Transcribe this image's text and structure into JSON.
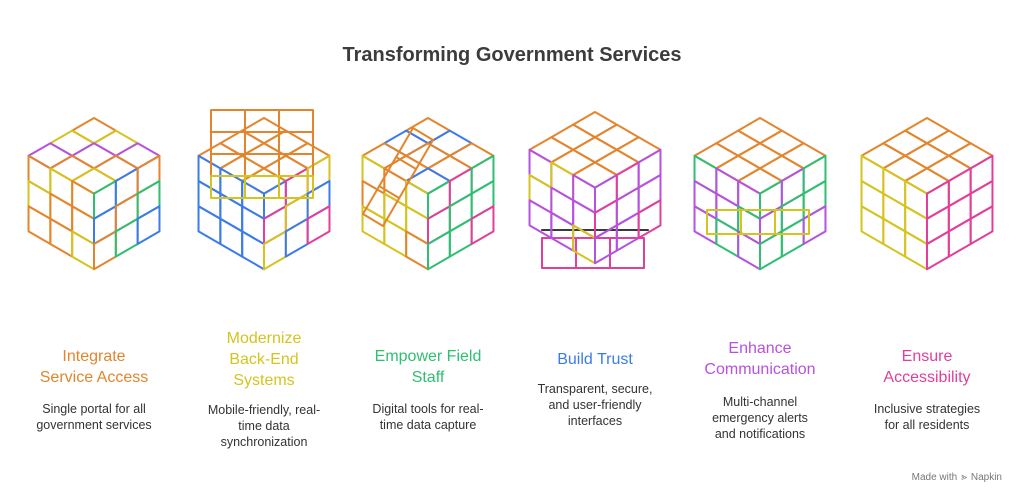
{
  "title": "Transforming Government Services",
  "items": [
    {
      "title": "Integrate Service Access",
      "title_lines": [
        "Integrate",
        "Service Access"
      ],
      "description_lines": [
        "Single portal for all",
        "government services"
      ],
      "color": "#e3852d",
      "icon": "rubiks-cube-icon"
    },
    {
      "title": "Modernize Back-End Systems",
      "title_lines": [
        "Modernize",
        "Back-End",
        "Systems"
      ],
      "description_lines": [
        "Mobile-friendly, real-",
        "time data",
        "synchronization"
      ],
      "color": "#d5c31f",
      "icon": "rubiks-cube-icon"
    },
    {
      "title": "Empower Field Staff",
      "title_lines": [
        "Empower Field",
        "Staff"
      ],
      "description_lines": [
        "Digital tools for real-",
        "time data capture"
      ],
      "color": "#2fbf71",
      "icon": "rubiks-cube-icon"
    },
    {
      "title": "Build Trust",
      "title_lines": [
        "Build Trust"
      ],
      "description_lines": [
        "Transparent, secure,",
        "and user-friendly",
        "interfaces"
      ],
      "color": "#3d7be8",
      "icon": "rubiks-cube-icon"
    },
    {
      "title": "Enhance Communication",
      "title_lines": [
        "Enhance",
        "Communication"
      ],
      "description_lines": [
        "Multi-channel",
        "emergency alerts",
        "and notifications"
      ],
      "color": "#b552e0",
      "icon": "rubiks-cube-icon"
    },
    {
      "title": "Ensure Accessibility",
      "title_lines": [
        "Ensure",
        "Accessibility"
      ],
      "description_lines": [
        "Inclusive strategies",
        "for all residents"
      ],
      "color": "#e0409b",
      "icon": "rubiks-cube-icon"
    }
  ],
  "palette": {
    "orange": "#e3852d",
    "yellow": "#d5c31f",
    "green": "#2fbf71",
    "blue": "#3d7be8",
    "purple": "#b552e0",
    "pink": "#e0409b",
    "dark": "#3a3a3a"
  },
  "footer": {
    "made_with": "Made with",
    "brand": "Napkin"
  }
}
